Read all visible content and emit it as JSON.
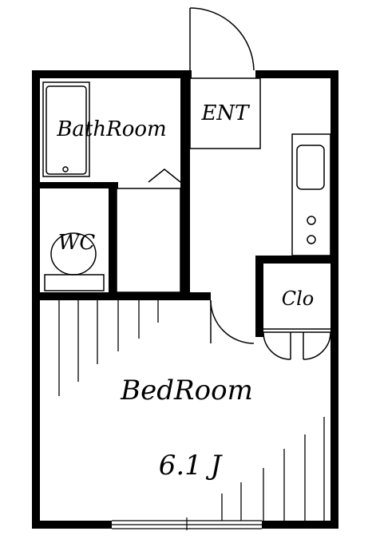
{
  "rooms": {
    "bathroom": "BathRoom",
    "entrance": "ENT",
    "wc": "WC",
    "closet": "Clo",
    "bedroom": "BedRoom",
    "bedroom_size": "6.1 J"
  },
  "colors": {
    "wall": "#000000",
    "background": "#ffffff"
  }
}
